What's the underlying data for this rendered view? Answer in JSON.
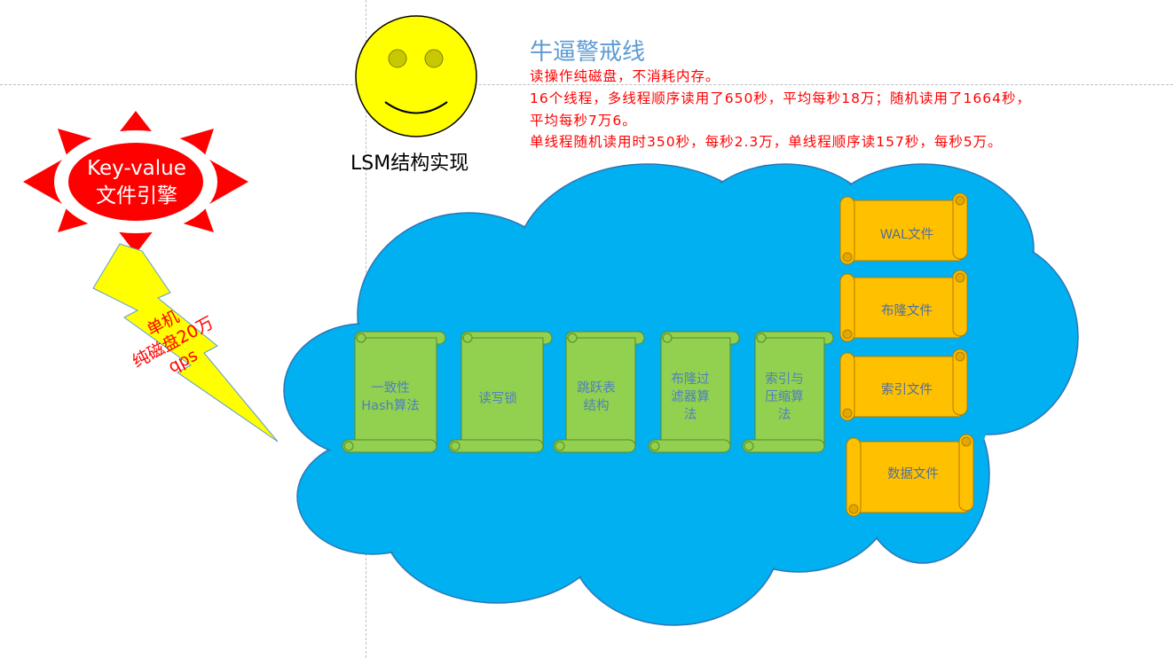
{
  "engine": {
    "line1": "Key-value",
    "line2": "文件引擎"
  },
  "bolt": {
    "line1": "单机",
    "line2": "纯磁盘20万",
    "line3": "qps"
  },
  "lsm_caption": "LSM结构实现",
  "warning": {
    "title": "牛逼警戒线",
    "lines": [
      "读操作纯磁盘，不消耗内存。",
      "16个线程，多线程顺序读用了650秒，平均每秒18万；随机读用了1664秒，",
      "平均每秒7万6。",
      "单线程随机读用时350秒，每秒2.3万，单线程顺序读157秒，每秒5万。"
    ]
  },
  "algorithms": [
    {
      "line1": "一致性",
      "line2": "Hash算法",
      "line3": ""
    },
    {
      "line1": "读写锁",
      "line2": "",
      "line3": ""
    },
    {
      "line1": "跳跃表",
      "line2": "结构",
      "line3": ""
    },
    {
      "line1": "布隆过",
      "line2": "滤器算",
      "line3": "法"
    },
    {
      "line1": "索引与",
      "line2": "压缩算",
      "line3": "法"
    }
  ],
  "files": [
    "WAL文件",
    "布隆文件",
    "索引文件",
    "数据文件"
  ],
  "colors": {
    "cloud": "#00b0f0",
    "cloud_outline": "#2e75b6",
    "algorithm_scroll": "#92d050",
    "file_scroll": "#ffc000",
    "sun": "#ff0000",
    "bolt": "#ffff00",
    "smiley": "#ffff00",
    "warning_text": "#ff0000",
    "warning_title": "#5b9bd5"
  }
}
